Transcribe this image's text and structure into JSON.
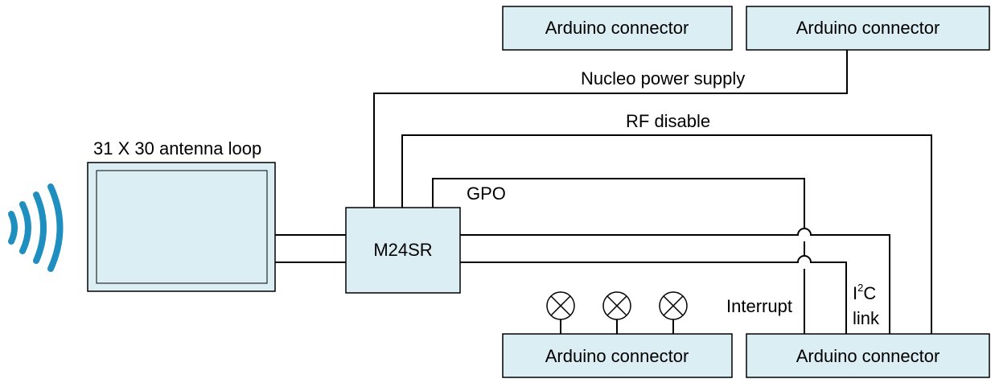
{
  "colors": {
    "box_fill": "#dbeef4",
    "antenna_fill": "#dbeef4",
    "wave_color": "#1f8fc0",
    "line_color": "#000000"
  },
  "icons": {
    "nfc_waves": "nfc-waves-icon",
    "led": "led-icon"
  },
  "connectors": {
    "top_left": "Arduino connector",
    "top_right": "Arduino connector",
    "bottom_left": "Arduino connector",
    "bottom_right": "Arduino connector"
  },
  "antenna": {
    "label": "31 X 30 antenna loop"
  },
  "chip": {
    "label": "M24SR"
  },
  "signals": {
    "power": "Nucleo power supply",
    "rf_disable": "RF disable",
    "gpo": "GPO",
    "interrupt": "Interrupt",
    "i2c_prefix": "I",
    "i2c_sup": "2",
    "i2c_suffix": "C",
    "i2c_line2": "link"
  }
}
